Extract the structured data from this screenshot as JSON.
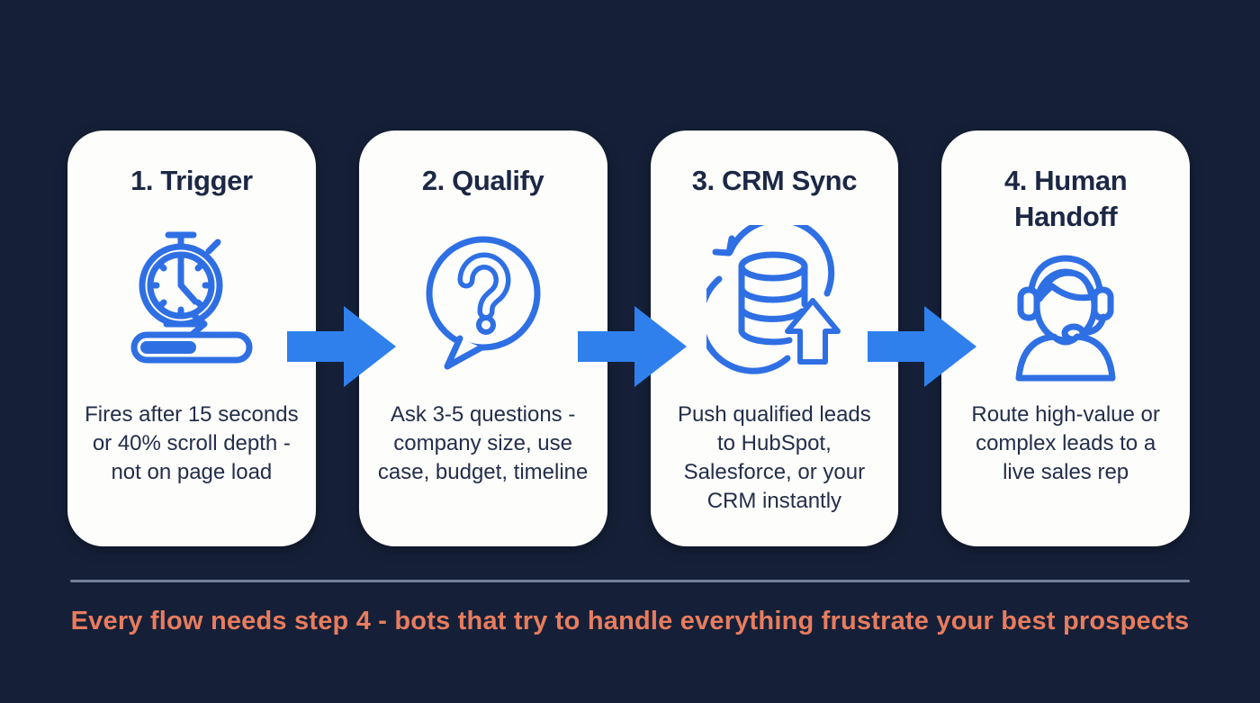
{
  "page": {
    "background_color": "#152038",
    "card_color": "#fdfdfb",
    "title_color": "#1c2845",
    "body_color": "#232e4a",
    "icon_color": "#2f6fe4",
    "arrow_color": "#2f80ed",
    "divider_color": "#73809a",
    "footer_color": "#e87c5e"
  },
  "steps": [
    {
      "title": "1. Trigger",
      "icon": "stopwatch-progress-icon",
      "description": "Fires after 15 seconds or 40% scroll depth - not on page load"
    },
    {
      "title": "2. Qualify",
      "icon": "question-bubble-icon",
      "description": "Ask 3-5 questions - company size, use case, budget, timeline"
    },
    {
      "title": "3. CRM Sync",
      "icon": "database-sync-icon",
      "description": "Push qualified leads to HubSpot, Salesforce, or your CRM instantly"
    },
    {
      "title": "4. Human Handoff",
      "icon": "support-agent-icon",
      "description": "Route high-value or complex leads to a live sales rep"
    }
  ],
  "connectors": {
    "arrow_icon": "right-arrow-icon",
    "count": 3
  },
  "footer": {
    "note": "Every flow needs step 4 - bots that try to handle everything frustrate your best prospects"
  }
}
